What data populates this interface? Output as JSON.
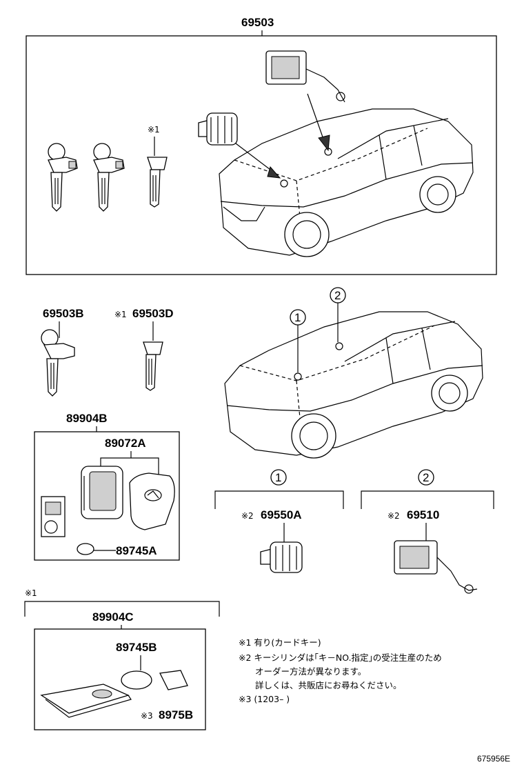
{
  "parts": {
    "p69503": "69503",
    "p69503B": "69503B",
    "p69503D": "69503D",
    "p89904B": "89904B",
    "p89072A": "89072A",
    "p89745A": "89745A",
    "p69550A": "69550A",
    "p69510": "69510",
    "p89904C": "89904C",
    "p89745B": "89745B",
    "p8975B": "8975B"
  },
  "marks": {
    "m1_key": "※1",
    "m1_69503D": "※1",
    "m2_69550A": "※2",
    "m2_69510": "※2",
    "m1_89904C": "※1",
    "m3_8975B": "※3"
  },
  "locations": {
    "loc1": "1",
    "loc2": "2",
    "loc1_b": "1",
    "loc2_b": "2"
  },
  "notes": {
    "n1": "※1 有り(カードキー)",
    "n2": "※2 キーシリンダは｢キ－NO.指定｣の受注生産のため",
    "n2b": "オーダー方法が異なります。",
    "n2c": "詳しくは、共販店にお尋ねください。",
    "n3": "※3 (1203–        )"
  },
  "reference": "675956E"
}
